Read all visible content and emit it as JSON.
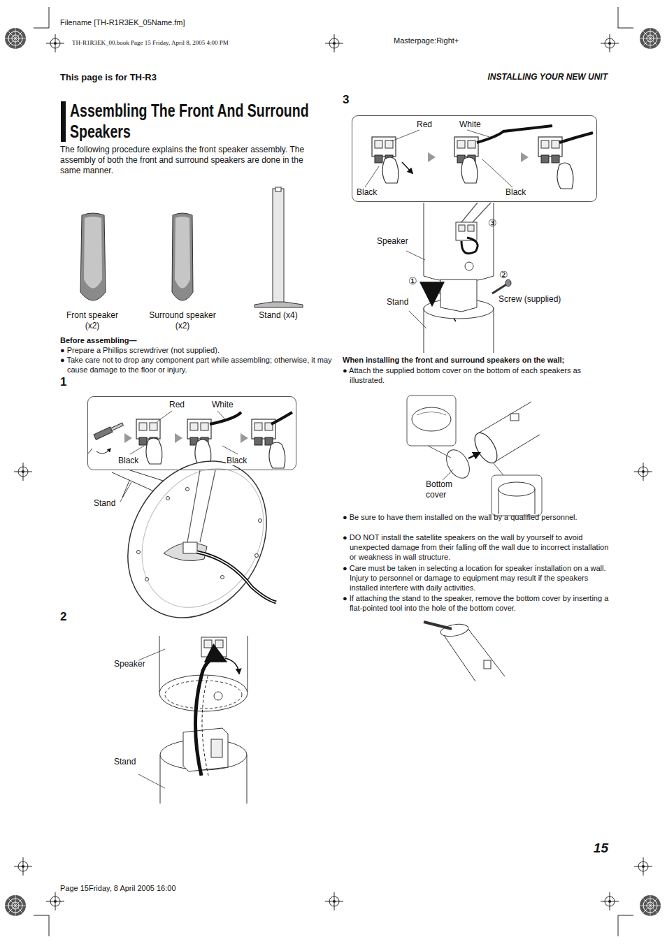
{
  "diagram": {
    "title": "Assembling The Front And Surround Speakers",
    "nodes": [
      {
        "text": [
          "Red",
          "White",
          "Black",
          "Black"
        ]
      },
      {
        "text": [
          "Red",
          "White",
          "Black",
          "Black"
        ]
      }
    ],
    "labels": [
      "Filename [TH-R1R3EK_05Name.fm]",
      "TH-R1R3EK_00.book  Page 15  Friday, April 8, 2005  4:00 PM",
      "Masterpage:Right+",
      "This page is for TH-R3",
      "INSTALLING YOUR NEW UNIT",
      "The following procedure explains the front speaker assembly. The assembly of both the front and surround speakers are done in the same manner.",
      "Front speaker (x2)",
      "Surround speaker (x2)",
      "Stand (x4)",
      "Before assembling—",
      "● Prepare a Phillips screwdriver (not supplied).",
      "● Take care not to drop any component part while assembling; otherwise, it may cause damage to the floor or injury.",
      "1",
      "Stand",
      "2",
      "Speaker",
      "Stand",
      "3",
      "Speaker",
      "Stand",
      "Screw (supplied)",
      "①",
      "②",
      "③",
      "When installing the front and surround speakers on the wall;",
      "● Attach the supplied bottom cover on the bottom of each speakers as illustrated.",
      "Bottom cover",
      "● Be sure to have them installed on the wall by a qualified personnel.",
      "● DO NOT install the satellite speakers on the wall by yourself to avoid unexpected damage from their falling off the wall due to incorrect installation or weakness in wall structure.",
      "● Care must be taken in selecting a location for speaker installation on a wall. Injury to personnel or damage to equipment may result if the speakers installed interfere with daily activities.",
      "● If attaching the stand to the speaker, remove the bottom cover by inserting a flat-pointed tool into the hole of the bottom cover.",
      "15",
      "Page 15Friday, 8 April 2005  16:00"
    ]
  }
}
